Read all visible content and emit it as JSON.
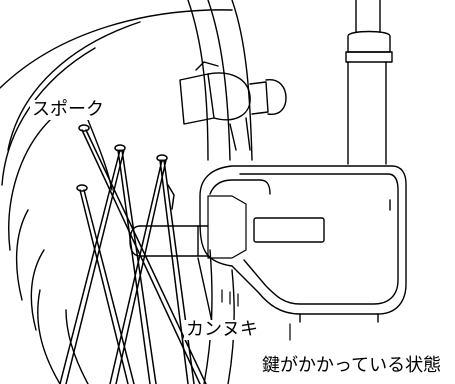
{
  "labels": {
    "spoke": "スポーク",
    "bolt": "カンヌキ",
    "caption": "鍵がかかっている状態"
  }
}
